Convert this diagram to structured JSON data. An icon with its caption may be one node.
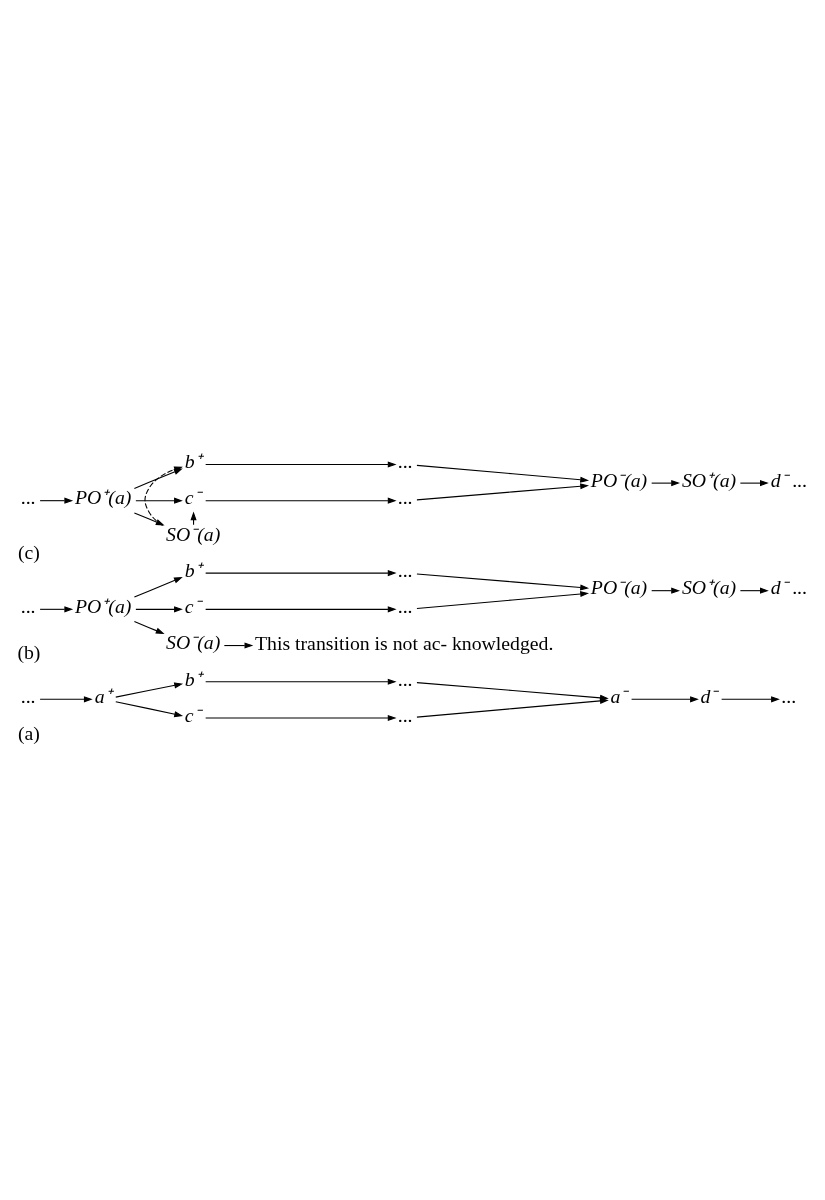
{
  "diagram": {
    "nodes": [
      {
        "text": [
          "..."
        ]
      },
      {
        "text": [
          "a⁺"
        ]
      },
      {
        "text": [
          "b⁺"
        ]
      },
      {
        "text": [
          "..."
        ]
      },
      {
        "text": [
          "c⁻"
        ]
      },
      {
        "text": [
          "..."
        ]
      },
      {
        "text": [
          "a⁻"
        ]
      },
      {
        "text": [
          "d⁻"
        ]
      },
      {
        "text": [
          "..."
        ]
      },
      {
        "text": [
          "..."
        ]
      },
      {
        "text": [
          "PO⁺(a)"
        ]
      },
      {
        "text": [
          "b⁺"
        ]
      },
      {
        "text": [
          "..."
        ]
      },
      {
        "text": [
          "c⁻"
        ]
      },
      {
        "text": [
          "..."
        ]
      },
      {
        "text": [
          "PO⁻(a)"
        ]
      },
      {
        "text": [
          "SO⁻(a)"
        ]
      },
      {
        "text": [
          "SO⁺(a)"
        ]
      },
      {
        "text": [
          "d⁻ ..."
        ]
      },
      {
        "text": [
          "This transition is not ac- knowledged."
        ]
      },
      {
        "text": [
          "..."
        ]
      },
      {
        "text": [
          "PO⁺(a)"
        ]
      },
      {
        "text": [
          "b⁺"
        ]
      },
      {
        "text": [
          "..."
        ]
      },
      {
        "text": [
          "c⁻"
        ]
      },
      {
        "text": [
          "..."
        ]
      },
      {
        "text": [
          "PO⁻(a)"
        ]
      },
      {
        "text": [
          "SO⁻(a)"
        ]
      },
      {
        "text": [
          "SO⁺(a)"
        ]
      },
      {
        "text": [
          "d⁻ ..."
        ]
      }
    ],
    "edges": [
      {
        "from": 0,
        "to": 1,
        "arrow": "to"
      },
      {
        "from": 1,
        "to": 2,
        "arrow": "to"
      },
      {
        "from": 2,
        "to": 3,
        "arrow": "to"
      },
      {
        "from": 3,
        "to": 6,
        "arrow": "to"
      },
      {
        "from": 1,
        "to": 4,
        "arrow": "to"
      },
      {
        "from": 4,
        "to": 5,
        "arrow": "to"
      },
      {
        "from": 5,
        "to": 6,
        "arrow": "to"
      },
      {
        "from": 6,
        "to": 7,
        "arrow": "to"
      },
      {
        "from": 7,
        "to": 8,
        "arrow": "to"
      },
      {
        "from": 9,
        "to": 10,
        "arrow": "to"
      },
      {
        "from": 10,
        "to": 11,
        "arrow": "to"
      },
      {
        "from": 11,
        "to": 12,
        "arrow": "to"
      },
      {
        "from": 12,
        "to": 15,
        "arrow": "to"
      },
      {
        "from": 10,
        "to": 13,
        "arrow": "to"
      },
      {
        "from": 13,
        "to": 14,
        "arrow": "to"
      },
      {
        "from": 14,
        "to": 15,
        "arrow": "to"
      },
      {
        "from": 10,
        "to": 16,
        "arrow": "to"
      },
      {
        "from": 15,
        "to": 17,
        "arrow": "to"
      },
      {
        "from": 17,
        "to": 18,
        "arrow": "to"
      },
      {
        "from": 16,
        "to": 19,
        "arrow": "to"
      },
      {
        "from": 20,
        "to": 21,
        "arrow": "to"
      },
      {
        "from": 21,
        "to": 22,
        "arrow": "to"
      },
      {
        "from": 22,
        "to": 23,
        "arrow": "to"
      },
      {
        "from": 23,
        "to": 26,
        "arrow": "to"
      },
      {
        "from": 21,
        "to": 24,
        "arrow": "to"
      },
      {
        "from": 24,
        "to": 25,
        "arrow": "to"
      },
      {
        "from": 25,
        "to": 26,
        "arrow": "to"
      },
      {
        "from": 21,
        "to": 27,
        "arrow": "to"
      },
      {
        "from": 26,
        "to": 28,
        "arrow": "to"
      },
      {
        "from": 28,
        "to": 29,
        "arrow": "to"
      },
      {
        "from": 27,
        "to": 22,
        "arrow": "to",
        "style": "dashed"
      },
      {
        "from": 27,
        "to": 24,
        "arrow": "to",
        "style": "dashed"
      }
    ],
    "labels": [
      "(a)",
      "(b)",
      "(c)"
    ]
  }
}
